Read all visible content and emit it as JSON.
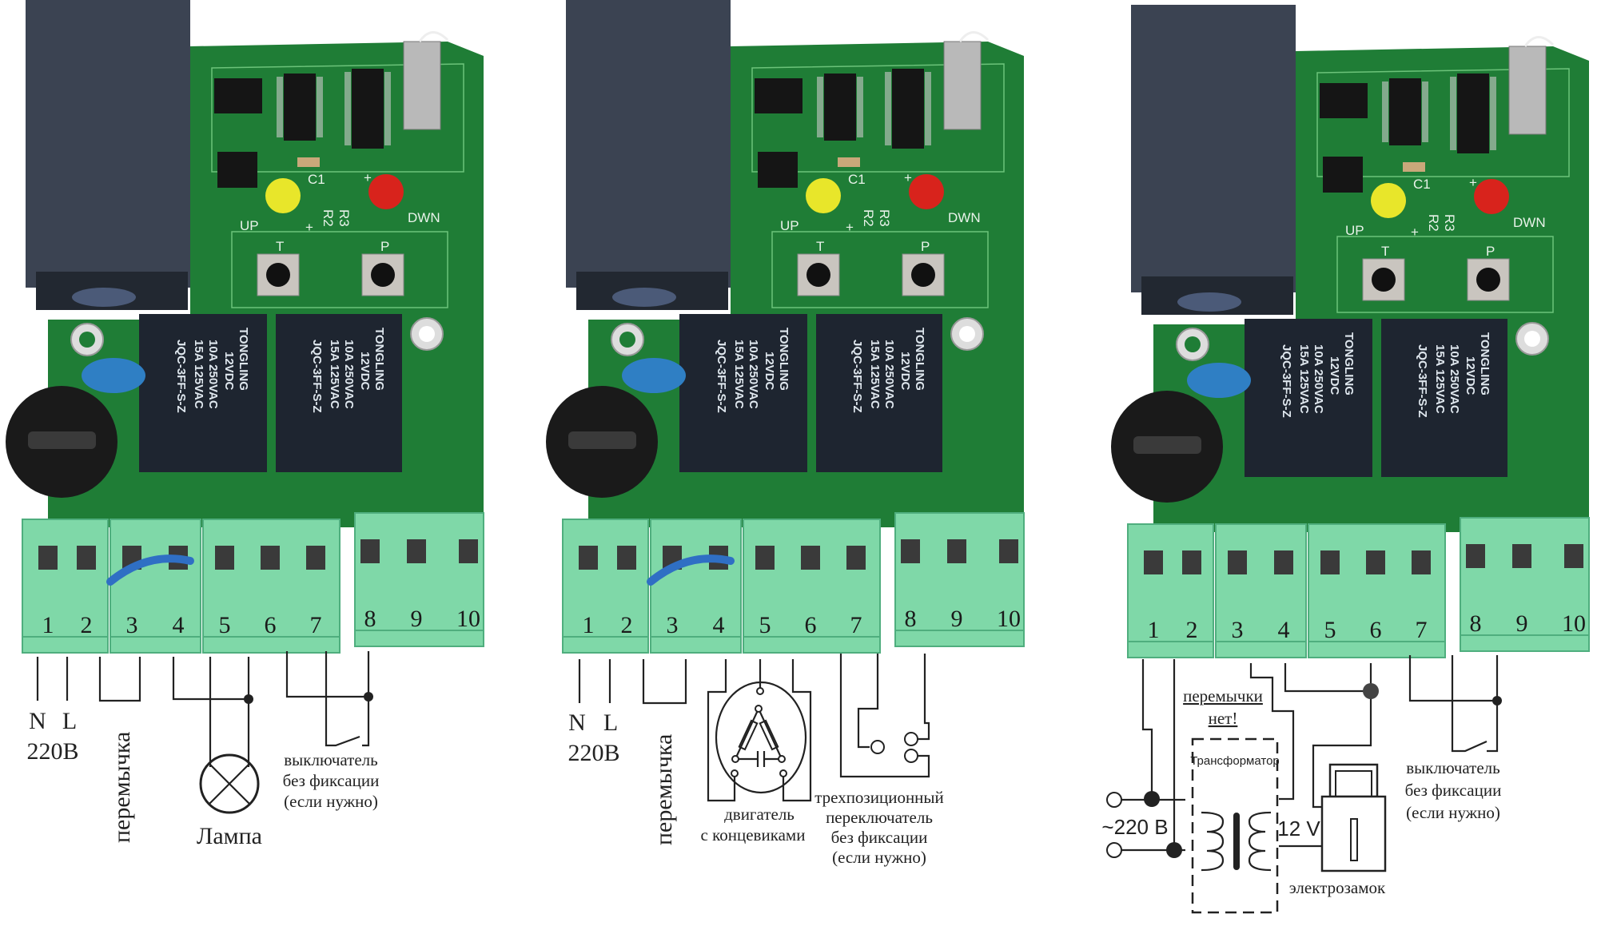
{
  "board": {
    "led_up": "UP",
    "led_down": "DWN",
    "plus": "+",
    "button_left": "T",
    "button_right": "P",
    "c1": "C1",
    "r2": "R2",
    "r3": "R3",
    "relay": {
      "brand": "TONGLING",
      "coil": "12VDC",
      "rating1": "10A 250VAC",
      "rating2": "15A 125VAC",
      "model": "JQC-3FF-S-Z"
    }
  },
  "terminals": [
    "1",
    "2",
    "3",
    "4",
    "5",
    "6",
    "7",
    "8",
    "9",
    "10"
  ],
  "panels": [
    {
      "power": {
        "n": "N",
        "l": "L",
        "voltage": "220В"
      },
      "jumper": "перемычка",
      "load": "Лампа",
      "switch": [
        "выключатель",
        "без фиксации",
        "(если нужно)"
      ]
    },
    {
      "power": {
        "n": "N",
        "l": "L",
        "voltage": "220В"
      },
      "jumper": "перемычка",
      "load": [
        "двигатель",
        "с концевиками"
      ],
      "switch": [
        "трехпозиционный",
        "переключатель",
        "без фиксации",
        "(если нужно)"
      ]
    },
    {
      "no_jumper": [
        "перемычки",
        "нет!"
      ],
      "transformer": "Трансформатор",
      "supply": "~220 В",
      "output": "12 V",
      "load": "электрозамок",
      "switch": [
        "выключатель",
        "без фиксации",
        "(если нужно)"
      ]
    }
  ],
  "colors": {
    "pcb": "#1f7d36",
    "terminal": "#7fd8a8",
    "transformer_box": "#3b4352",
    "relay": "#1e2530",
    "led_yellow": "#e8e62a",
    "led_red": "#d8231c",
    "jumper_wire": "#2f6fc4"
  }
}
